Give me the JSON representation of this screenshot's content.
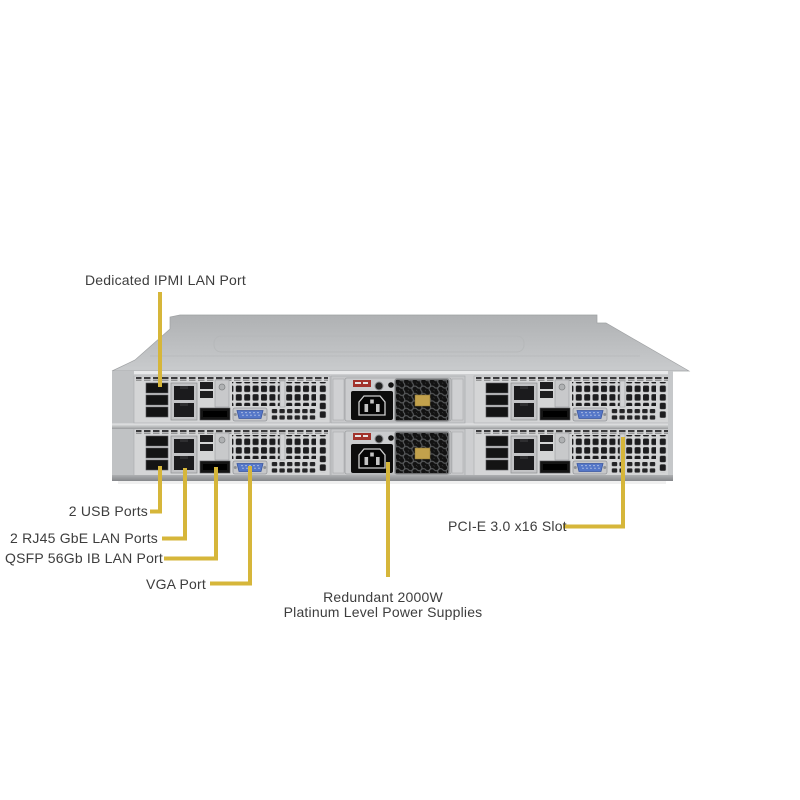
{
  "diagram": {
    "type": "annotated-hardware-rear-view",
    "accent_color": "#D6B63A",
    "text_color": "#3D3D3D",
    "callouts": {
      "ipmi": {
        "label": "Dedicated IPMI LAN Port"
      },
      "usb": {
        "label": "2 USB Ports"
      },
      "rj45": {
        "label": "2 RJ45 GbE LAN Ports"
      },
      "qsfp": {
        "label": "QSFP 56Gb IB LAN Port"
      },
      "vga": {
        "label": "VGA Port"
      },
      "psu": {
        "line1": "Redundant 2000W",
        "line2": "Platinum Level Power Supplies"
      },
      "pcie": {
        "label": "PCI-E 3.0 x16 Slot"
      }
    }
  }
}
